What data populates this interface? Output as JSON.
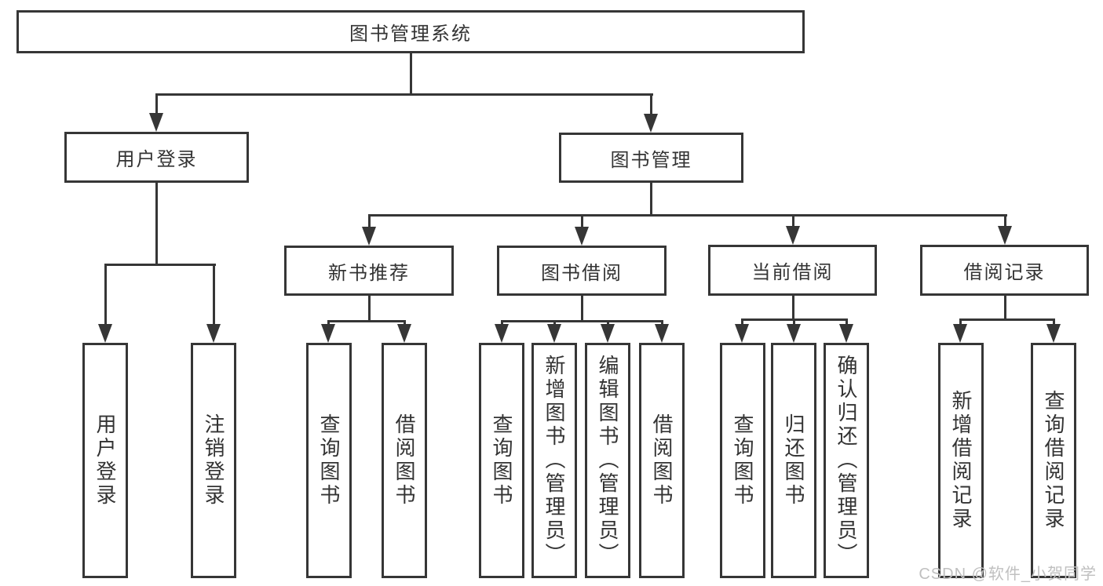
{
  "diagram": {
    "type": "tree-structure-diagram",
    "watermark": "CSDN @软件_小贺同学",
    "colors": {
      "line": "#363636",
      "text": "#333333",
      "watermark": "#c0c0c0",
      "background": "#ffffff"
    }
  },
  "nodes": {
    "root": "图书管理系统",
    "level2": {
      "user_login": "用户登录",
      "book_mgmt": "图书管理"
    },
    "level3": {
      "new_book": "新书推荐",
      "borrowing": "图书借阅",
      "current": "当前借阅",
      "records": "借阅记录"
    },
    "leaves": {
      "user_login": "用户登录",
      "logout": "注销登录",
      "nb_query": "查询图书",
      "nb_borrow": "借阅图书",
      "bb_query": "查询图书",
      "bb_add": "新增图书（管理员）",
      "bb_edit": "编辑图书（管理员）",
      "bb_borrow": "借阅图书",
      "cb_query": "查询图书",
      "cb_return": "归还图书",
      "cb_confirm": "确认归还（管理员）",
      "br_add": "新增借阅记录",
      "br_query": "查询借阅记录"
    }
  }
}
